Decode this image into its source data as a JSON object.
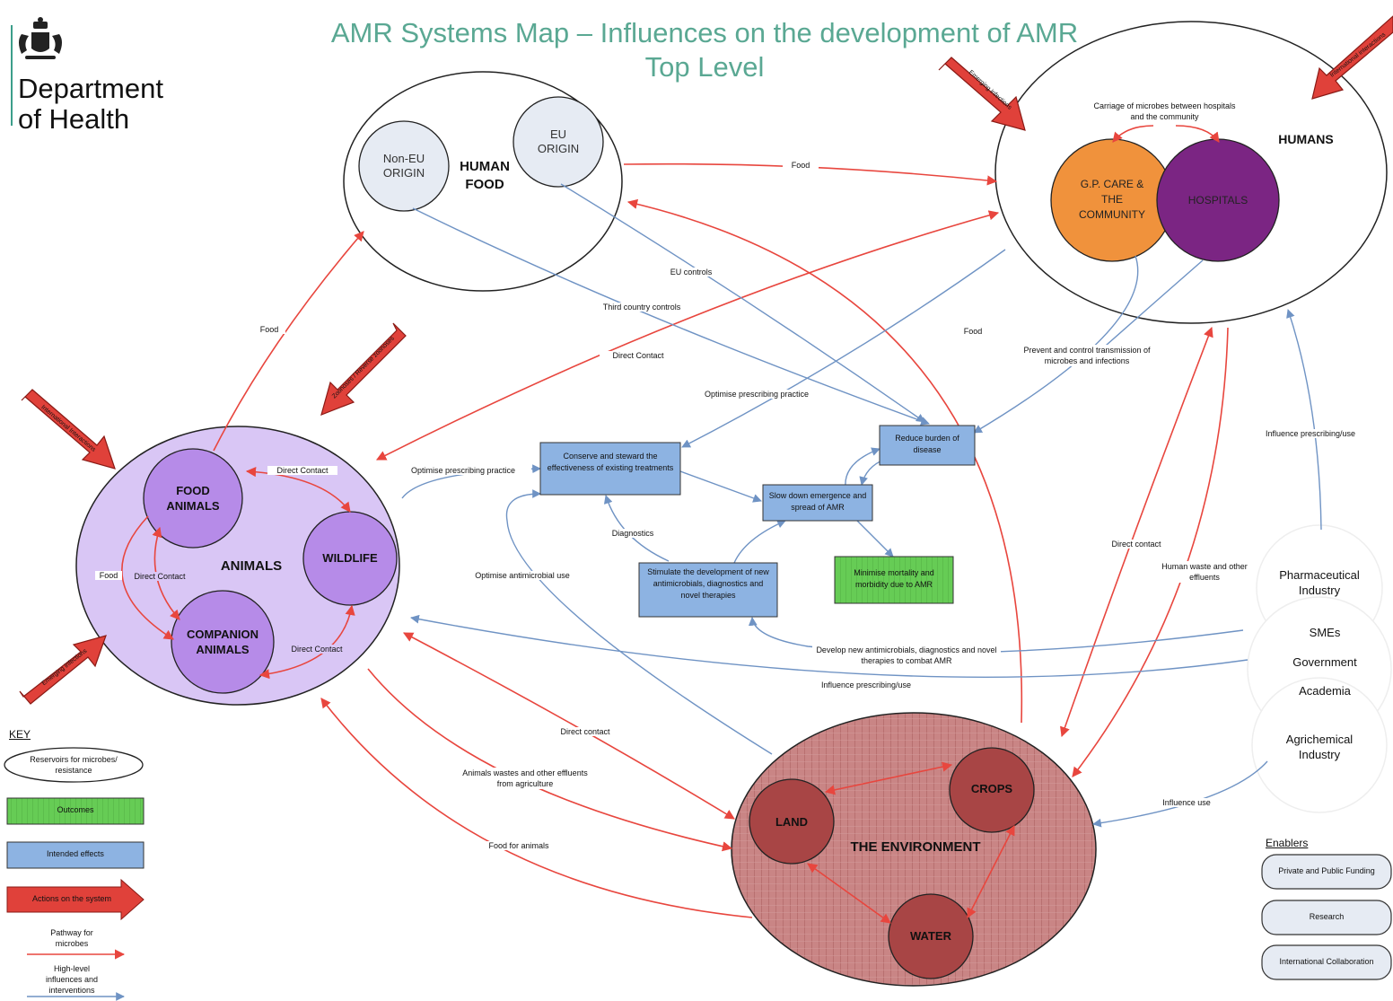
{
  "header": {
    "org_line1": "Department",
    "org_line2": "of Health",
    "title_line1": "AMR Systems Map – Influences on the development of AMR",
    "title_line2": "Top Level"
  },
  "colors": {
    "title": "#5aa893",
    "pathway_arrow": "#e8463e",
    "influence_arrow": "#6f93c4",
    "intended_effect": "#8db3e2",
    "outcome": "#66cc55",
    "animals_fill": "#d9c6f5",
    "animal_node": "#b68be8",
    "gp_care": "#f0923c",
    "hospitals": "#7b2583",
    "environment_fill": "#c98585",
    "env_node": "#a84545",
    "action_arrow": "#e0413a"
  },
  "reservoirs": {
    "human_food": {
      "label": "HUMAN FOOD",
      "non_eu": "Non-EU ORIGIN",
      "eu": "EU ORIGIN"
    },
    "humans": {
      "label": "HUMANS",
      "gp": "G.P. CARE & THE COMMUNITY",
      "hospitals": "HOSPITALS",
      "carriage": "Carriage of microbes between hospitals and the community"
    },
    "animals": {
      "label": "ANIMALS",
      "food_animals": "FOOD ANIMALS",
      "wildlife": "WILDLIFE",
      "companion": "COMPANION ANIMALS"
    },
    "environment": {
      "label": "THE ENVIRONMENT",
      "land": "LAND",
      "crops": "CROPS",
      "water": "WATER"
    }
  },
  "intended_effects": {
    "conserve": "Conserve and steward the effectiveness of existing treatments",
    "reduce": "Reduce burden of disease",
    "slow": "Slow down emergence and spread of AMR",
    "stimulate": "Stimulate the development of new antimicrobials, diagnostics and novel therapies"
  },
  "outcomes": {
    "minimise": "Minimise mortality and morbidity due to AMR"
  },
  "actions": [
    "Emerging infections",
    "International Interactions",
    "International interactions",
    "Zoonoses / Reverse zoonoses",
    "Emerging infections"
  ],
  "edge_labels": {
    "food_top": "Food",
    "food_left": "Food",
    "food_right": "Food",
    "eu_controls": "EU controls",
    "third_country": "Third country controls",
    "direct_contact_humans": "Direct Contact",
    "optimise_prescribing_top": "Optimise prescribing practice",
    "prevent_control": "Prevent and control transmission of microbes and infections",
    "influence_prescribing_right": "Influence prescribing/use",
    "direct_contact_food_wild": "Direct Contact",
    "optimise_prescribing_animals": "Optimise prescribing practice",
    "food_food_comp": "Food",
    "direct_contact_food_comp": "Direct Contact",
    "direct_contact_comp_wild": "Direct Contact",
    "diagnostics": "Diagnostics",
    "optimise_antimicrobial": "Optimise antimicrobial use",
    "direct_contact_env_humans": "Direct contact",
    "human_waste": "Human waste and other effluents",
    "develop_new": "Develop new antimicrobials, diagnostics and novel therapies to combat AMR",
    "influence_prescribing_bottom": "Influence prescribing/use",
    "direct_contact_env_animals": "Direct contact",
    "animal_waste": "Animals wastes and other effluents from agriculture",
    "food_for_animals": "Food for animals",
    "influence_use": "Influence use"
  },
  "stakeholders": [
    "Pharmaceutical Industry",
    "SMEs",
    "Government",
    "Academia",
    "Agrichemical Industry"
  ],
  "key": {
    "title": "KEY",
    "reservoirs": "Reservoirs for microbes/ resistance",
    "outcomes": "Outcomes",
    "intended": "Intended effects",
    "actions": "Actions on the system",
    "pathway": "Pathway for microbes",
    "influences": "High-level influences and interventions"
  },
  "enablers": {
    "title": "Enablers",
    "items": [
      "Private and Public Funding",
      "Research",
      "International Collaboration"
    ]
  }
}
